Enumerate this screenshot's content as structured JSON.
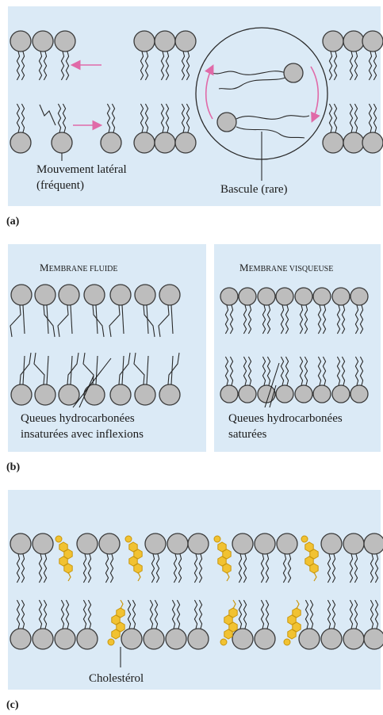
{
  "panel_a": {
    "letter": "a",
    "lateral_label_line1": "Mouvement latéral",
    "lateral_label_line2": "(fréquent)",
    "flip_label": "Bascule (rare)"
  },
  "panel_b": {
    "letter": "b",
    "fluid_title_first": "M",
    "fluid_title_rest": "EMBRANE FLUIDE",
    "viscous_title_first": "M",
    "viscous_title_rest": "EMBRANE VISQUEUSE",
    "fluid_label_line1": "Queues hydrocarbonées",
    "fluid_label_line2": "insaturées avec inflexions",
    "viscous_label_line1": "Queues hydrocarbonées",
    "viscous_label_line2": "saturées"
  },
  "panel_c": {
    "letter": "c",
    "cholesterol_label": "Cholestérol"
  },
  "colors": {
    "band": "#dbeaf6",
    "head_fill": "#bdbdbd",
    "head_stroke": "#3a3a3a",
    "arrow": "#e06aa8",
    "cholesterol": "#f1c232",
    "cholesterol_stroke": "#c9960c"
  }
}
